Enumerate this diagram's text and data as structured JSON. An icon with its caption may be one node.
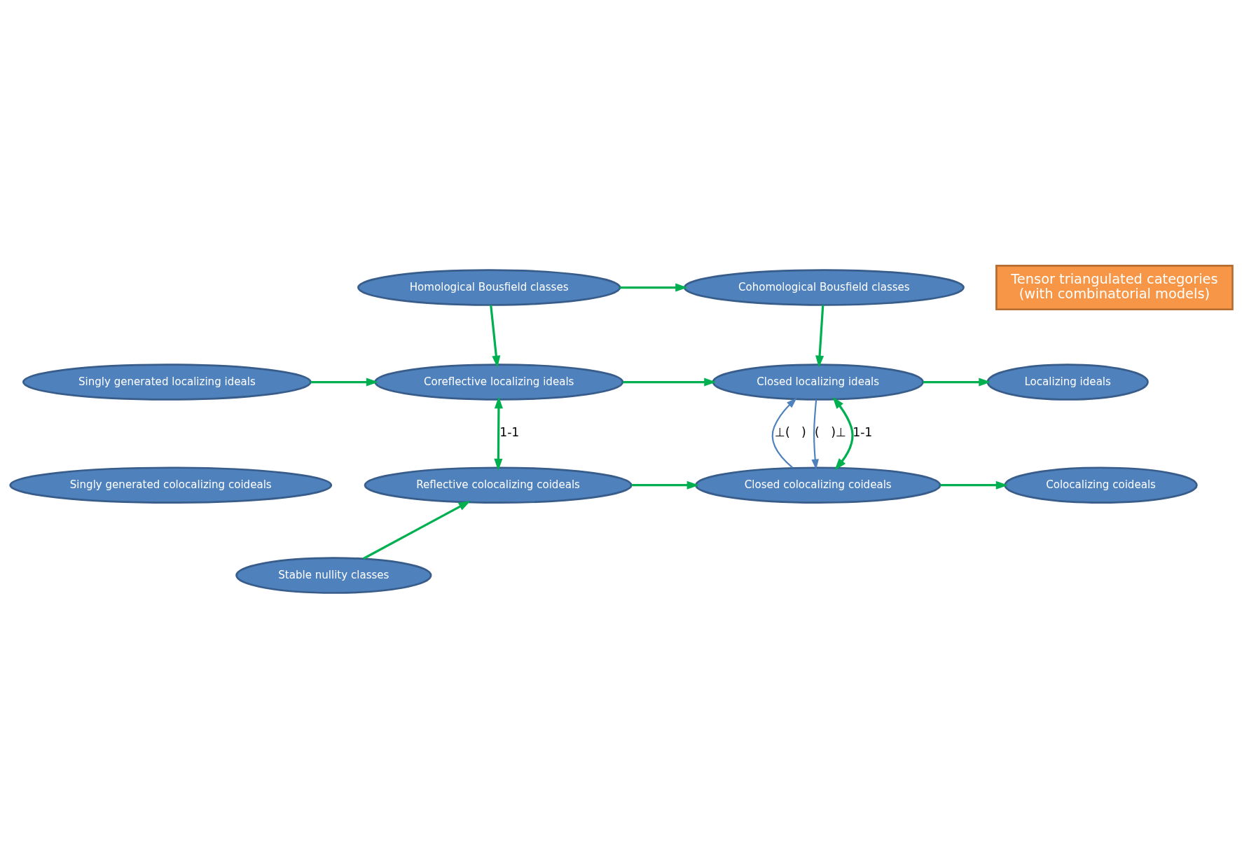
{
  "diagram": {
    "nodes": [
      {
        "text": [
          "Homological Bousfield classes"
        ]
      },
      {
        "text": [
          "Cohomological Bousfield classes"
        ]
      },
      {
        "text": [
          "Tensor triangulated categories",
          "(with combinatorial models)"
        ]
      },
      {
        "text": [
          "Singly generated localizing ideals"
        ]
      },
      {
        "text": [
          "Coreflective localizing ideals"
        ]
      },
      {
        "text": [
          "Closed localizing ideals"
        ]
      },
      {
        "text": [
          "Localizing ideals"
        ]
      },
      {
        "text": [
          "Singly generated colocalizing coideals"
        ]
      },
      {
        "text": [
          "Reflective colocalizing coideals"
        ]
      },
      {
        "text": [
          "Closed colocalizing coideals"
        ]
      },
      {
        "text": [
          "Colocalizing coideals"
        ]
      },
      {
        "text": [
          "Stable nullity classes"
        ]
      }
    ],
    "edges": [
      {
        "from": 0,
        "to": 1,
        "arrow": "to"
      },
      {
        "from": 0,
        "to": 4,
        "arrow": "to"
      },
      {
        "from": 1,
        "to": 5,
        "arrow": "to"
      },
      {
        "from": 3,
        "to": 4,
        "arrow": "to"
      },
      {
        "from": 4,
        "to": 5,
        "arrow": "to"
      },
      {
        "from": 5,
        "to": 6,
        "arrow": "to"
      },
      {
        "from": 4,
        "to": 8,
        "arrow": "both",
        "label": "1-1"
      },
      {
        "from": 5,
        "to": 9,
        "arrow": "to",
        "label": "(   )⊥",
        "color": "#4f81bd"
      },
      {
        "from": 5,
        "to": 9,
        "arrow": "both",
        "label": "1-1"
      },
      {
        "from": 9,
        "to": 5,
        "arrow": "to",
        "label": "⊥(   )",
        "color": "#4f81bd"
      },
      {
        "from": 8,
        "to": 9,
        "arrow": "to"
      },
      {
        "from": 9,
        "to": 10,
        "arrow": "to"
      },
      {
        "from": 11,
        "to": 8,
        "arrow": "to"
      }
    ]
  }
}
